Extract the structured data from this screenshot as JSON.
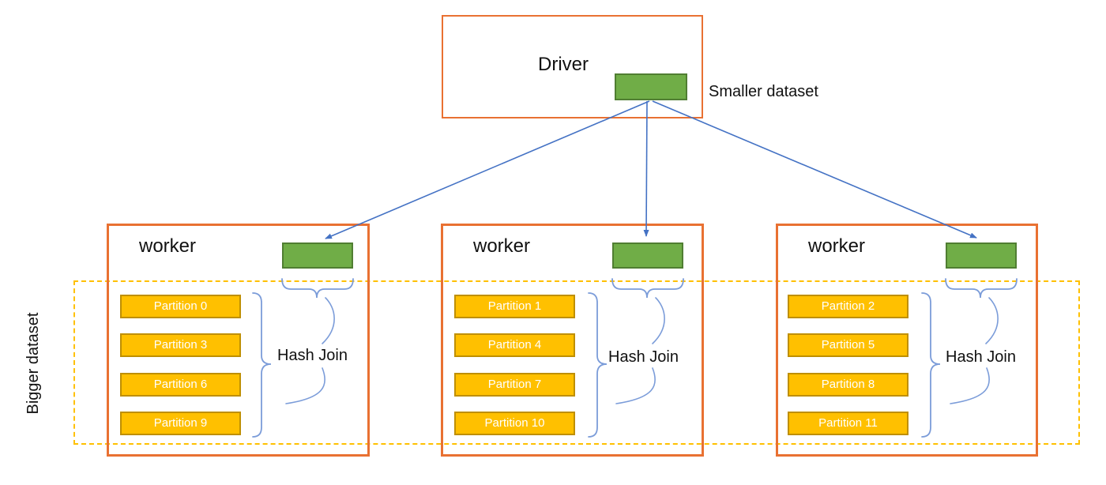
{
  "driver": {
    "label": "Driver",
    "dataset_label": "Smaller dataset"
  },
  "bigger_dataset_label": "Bigger dataset",
  "workers": [
    {
      "label": "worker",
      "hash_join_label": "Hash Join",
      "partitions": [
        "Partition 0",
        "Partition 3",
        "Partition 6",
        "Partition 9"
      ]
    },
    {
      "label": "worker",
      "hash_join_label": "Hash Join",
      "partitions": [
        "Partition 1",
        "Partition 4",
        "Partition 7",
        "Partition 10"
      ]
    },
    {
      "label": "worker",
      "hash_join_label": "Hash Join",
      "partitions": [
        "Partition 2",
        "Partition 5",
        "Partition 8",
        "Partition 11"
      ]
    }
  ],
  "colors": {
    "box_border": "#E97132",
    "partition_fill": "#FFC000",
    "partition_border": "#BF8F00",
    "block_fill": "#70AD47",
    "block_border": "#507E32",
    "connector_blue": "#4472C4",
    "brace_blue": "#7B9CD9",
    "dashed_gold": "#FFC000"
  }
}
